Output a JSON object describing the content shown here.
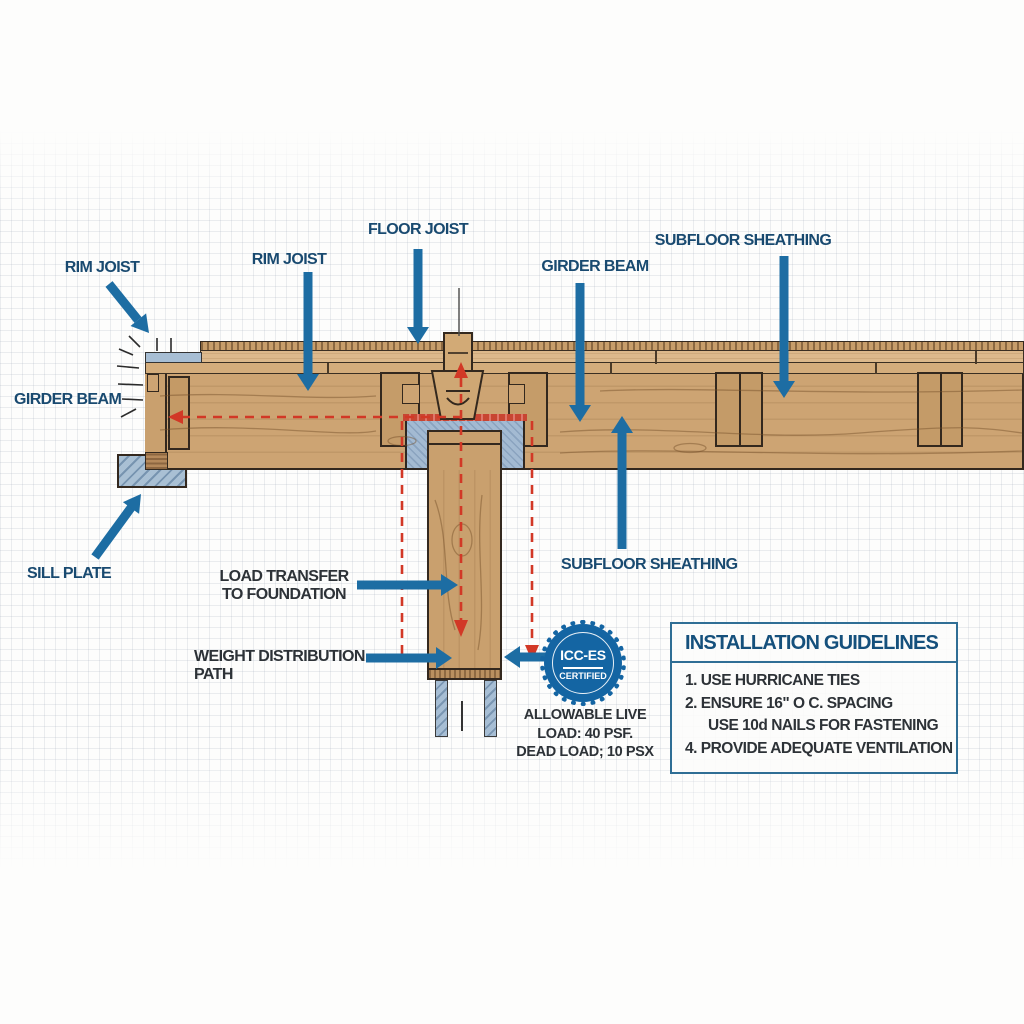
{
  "labels": {
    "rim_joist_left": "RIM JOIST",
    "girder_beam_left": "GIRDER BEAM",
    "rim_joist_center": "RIM JOIST",
    "floor_joist": "FLOOR JOIST",
    "girder_beam_right": "GIRDER BEAM",
    "subfloor_sheathing_top": "SUBFLOOR SHEATHING",
    "subfloor_sheathing_lower": "SUBFLOOR SHEATHING",
    "sill_plate": "SILL PLATE",
    "load_transfer_line1": "LOAD TRANSFER",
    "load_transfer_line2": "TO FOUNDATION",
    "weight_distribution_line1": "WEIGHT DISTRIBUTION",
    "weight_distribution_line2": "PATH"
  },
  "badge": {
    "line1": "ICC-ES",
    "line2": "CERTIFIED"
  },
  "load_note": {
    "line1": "ALLOWABLE LIVE",
    "line2": "LOAD: 40 PSF.",
    "line3": "DEAD LOAD; 10 PSX"
  },
  "guidelines": {
    "title": "INSTALLATION GUIDELINES",
    "items": [
      "1. USE HURRICANE TIES",
      "2. ENSURE 16\" O C. SPACING",
      "USE 10d NAILS FOR FASTENING",
      "4. PROVIDE ADEQUATE VENTILATION"
    ]
  },
  "colors": {
    "label_navy": "#194a70",
    "arrow_blue": "#1d6da3",
    "load_path_red": "#d23826",
    "badge_blue": "#1465a3",
    "wood_main": "#cda473",
    "steel_blue": "#a7bed4",
    "text_dark": "#2d3237",
    "guidelines_border": "#2f6e95"
  }
}
